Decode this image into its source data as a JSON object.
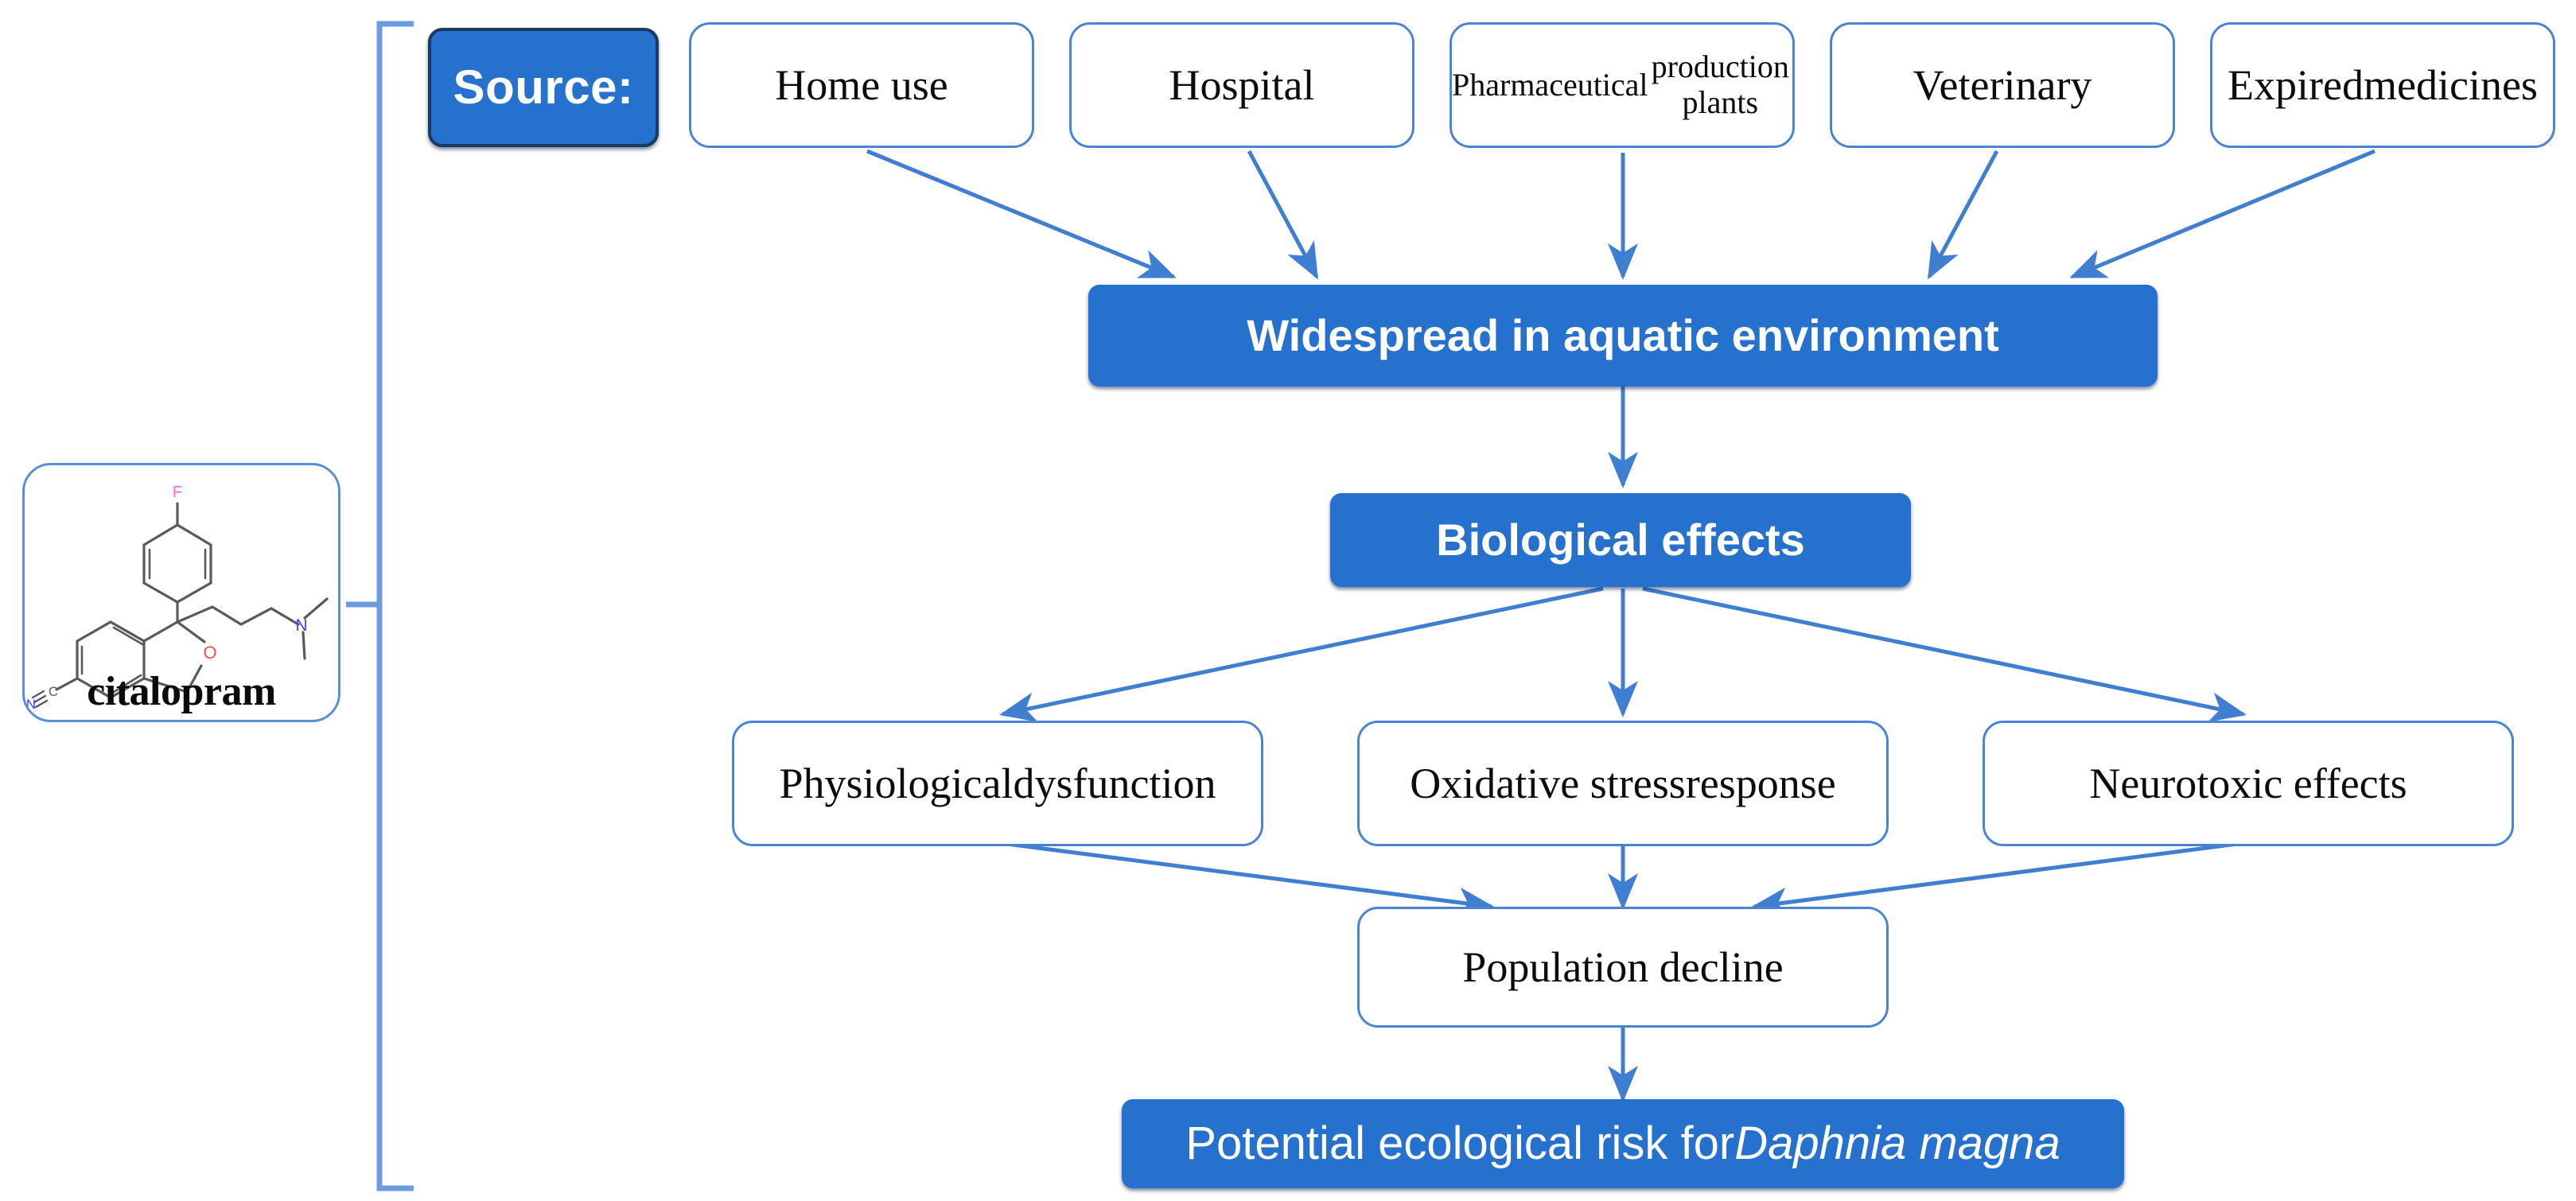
{
  "diagram": {
    "title": "Citalopram aquatic exposure and ecological risk flow chart",
    "colors": {
      "accent_blue": "#2670ce",
      "outline_blue": "#4a84d2",
      "arrow_blue": "#3f7ed0",
      "dark_border": "#1b3a63",
      "text_dark": "#0c0c0c",
      "text_light": "#ffffff",
      "fluorine": "#ff66cc",
      "nitrogen": "#4040ff",
      "oxygen": "#ff4d4d",
      "bond_gray": "#5a5a5a"
    }
  },
  "compound": {
    "name": "citalopram",
    "atom_labels": {
      "fluorine": "F",
      "nitrogen_amine": "N",
      "oxygen": "O",
      "nitrile_n": "N",
      "nitrile_c": "C"
    }
  },
  "source": {
    "pill_label": "Source:",
    "items": [
      {
        "label": "Home use",
        "lines": [
          "Home use"
        ],
        "size": "normal"
      },
      {
        "label": "Hospital",
        "lines": [
          "Hospital"
        ],
        "size": "normal"
      },
      {
        "label": "Pharmaceutical production plants",
        "lines": [
          "Pharmaceutical",
          "production plants"
        ],
        "size": "small"
      },
      {
        "label": "Veterinary",
        "lines": [
          "Veterinary"
        ],
        "size": "normal"
      },
      {
        "label": "Expired medicines",
        "lines": [
          "Expired",
          "medicines"
        ],
        "size": "normal"
      }
    ]
  },
  "flow": {
    "widespread": "Widespread in aquatic environment",
    "biological_effects": "Biological effects",
    "effects": [
      {
        "label": "Physiological dysfunction",
        "lines": [
          "Physiological",
          "dysfunction"
        ]
      },
      {
        "label": "Oxidative stress response",
        "lines": [
          "Oxidative stress",
          "response"
        ]
      },
      {
        "label": "Neurotoxic effects",
        "lines": [
          "Neurotoxic effects"
        ]
      }
    ],
    "population_decline": "Population decline",
    "risk": {
      "prefix": "Potential ecological risk for ",
      "species": "Daphnia magna",
      "full": "Potential ecological risk for Daphnia magna"
    }
  }
}
